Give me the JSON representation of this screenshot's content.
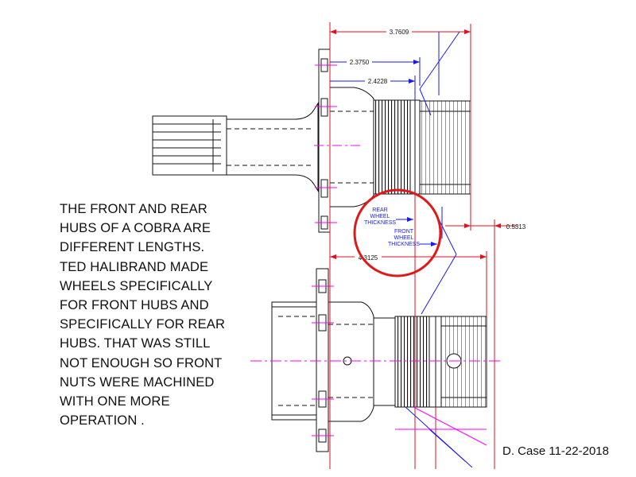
{
  "note": {
    "text": "THE FRONT AND REAR\nHUBS OF A COBRA ARE\nDIFFERENT LENGTHS.\nTED HALIBRAND MADE\nWHEELS SPECIFICALLY\nFOR FRONT HUBS AND\nSPECIFICALLY FOR REAR\nHUBS. THAT WAS STILL\nNOT ENOUGH SO FRONT\nNUTS WERE MACHINED\nWITH ONE MORE\nOPERATION ."
  },
  "credit": "D. Case 11-22-2018",
  "dimensions": {
    "overall_top": "3.7609",
    "inner_1": "2.3750",
    "inner_2": "2.4228",
    "offset": "0.5313",
    "overall_bottom": "4.3125"
  },
  "callout": {
    "rear_label": "REAR\nWHEEL\nTHICKNESS",
    "front_label": "FRONT\nWHEEL\nTHICKNESS"
  },
  "colors": {
    "outline": "#111111",
    "dimension": "#e0101e",
    "centerline": "#ff00ff",
    "construction": "#1a1aee",
    "callout_circle": "#e01818"
  }
}
